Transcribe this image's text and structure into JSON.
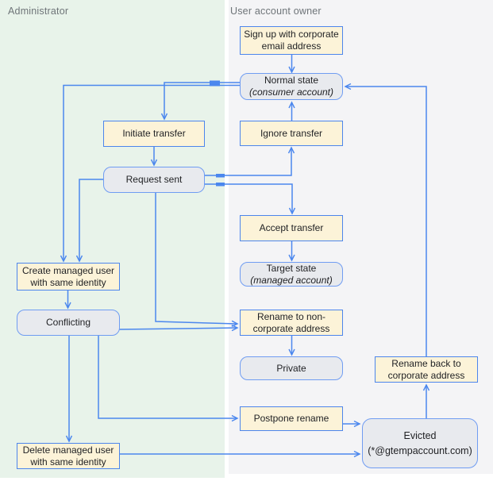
{
  "lanes": {
    "admin": {
      "label": "Administrator"
    },
    "owner": {
      "label": "User account owner"
    }
  },
  "nodes": {
    "signup": {
      "type": "action",
      "line1": "Sign up with corporate",
      "line2": "email address"
    },
    "normal_state": {
      "type": "state",
      "line1": "Normal state",
      "line2": "(consumer account)"
    },
    "initiate": {
      "type": "action",
      "line1": "Initiate transfer"
    },
    "ignore": {
      "type": "action",
      "line1": "Ignore transfer"
    },
    "request_sent": {
      "type": "state",
      "line1": "Request sent"
    },
    "accept": {
      "type": "action",
      "line1": "Accept transfer"
    },
    "target_state": {
      "type": "state",
      "line1": "Target state",
      "line2": "(managed account)"
    },
    "create_user": {
      "type": "action",
      "line1": "Create managed user",
      "line2": "with same identity"
    },
    "conflicting": {
      "type": "state",
      "line1": "Conflicting"
    },
    "rename_non": {
      "type": "action",
      "line1": "Rename to non-",
      "line2": "corporate address"
    },
    "private_state": {
      "type": "state",
      "line1": "Private"
    },
    "postpone": {
      "type": "action",
      "line1": "Postpone rename"
    },
    "rename_back": {
      "type": "action",
      "line1": "Rename back to",
      "line2": "corporate address"
    },
    "evicted": {
      "type": "state",
      "line1": "Evicted",
      "line2": "(*@gtempaccount.com)"
    },
    "delete_user": {
      "type": "action",
      "line1": "Delete managed user",
      "line2": "with same identity"
    }
  },
  "colors": {
    "connector_blue": "#4b87ee",
    "action_fill": "#fcf3d8",
    "action_border": "#4c85ec",
    "state_fill": "#e8eaee",
    "state_border": "#6f9cf2",
    "lane_admin_fill": "#e8f3ea",
    "lane_owner_fill": "#f4f4f6",
    "lane_label_text": "#6e7478"
  }
}
